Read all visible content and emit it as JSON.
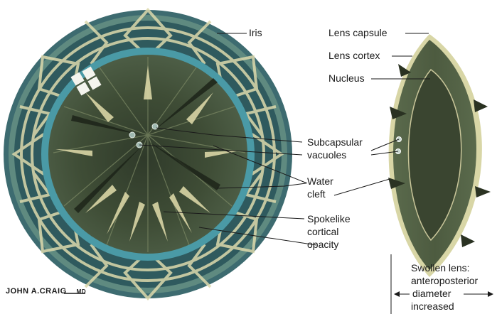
{
  "figure": {
    "left_view": {
      "labels": {
        "iris": "Iris",
        "subcapsular_vacuoles": [
          "Subcapsular",
          "vacuoles"
        ],
        "water_cleft": [
          "Water",
          "cleft"
        ],
        "spokelike_opacity": [
          "Spokelike",
          "cortical",
          "opacity"
        ]
      }
    },
    "right_view": {
      "labels": {
        "lens_capsule": "Lens capsule",
        "lens_cortex": "Lens cortex",
        "nucleus": "Nucleus",
        "swollen_lens": [
          "Swollen lens:",
          "anteroposterior",
          "diameter",
          "increased"
        ]
      }
    },
    "signature": "JOHN A.CRAIG",
    "signature_suffix": "MD"
  },
  "colors": {
    "outer_ring": "#3d6b70",
    "iris_pattern": "#dcd9ac",
    "lens_rim": "#4a9aa6",
    "lens_body": "#3f4d36",
    "cortex": "#556347",
    "nucleus": "#3a4530",
    "capsule": "#d8d6a6"
  }
}
